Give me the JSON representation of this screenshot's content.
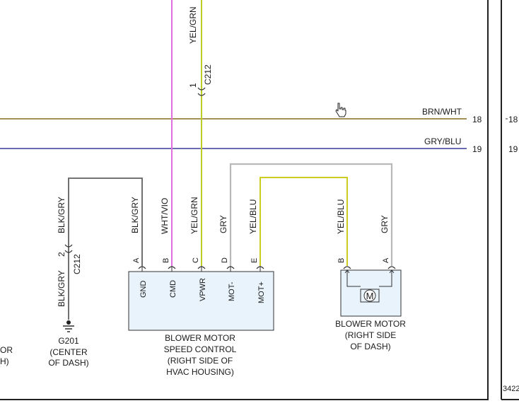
{
  "wires": {
    "yel_grn_top": "YEL/GRN",
    "brn_wht": "BRN/WHT",
    "gry_blu": "GRY/BLU",
    "blk_gry_upper": "BLK/GRY",
    "blk_gry_lower": "BLK/GRY",
    "blk_gry_ctrl": "BLK/GRY",
    "wht_vio": "WHT/VIO",
    "yel_grn_ctrl": "YEL/GRN",
    "gry_ctrl": "GRY",
    "yel_blu_ctrl": "YEL/BLU",
    "yel_blu_motor": "YEL/BLU",
    "gry_motor": "GRY"
  },
  "colors": {
    "brn_wht": "#8a6a1a",
    "gry_blu": "#3a3a9a",
    "wht_vio": "#e070e0",
    "yel_grn": "#c8e000",
    "yel_blu": "#e6e600",
    "gry": "#b8b8b8",
    "blk_gry": "#606060",
    "component_fill": "#e8f3fb"
  },
  "connectors": {
    "c212_top": {
      "pin": "1",
      "name": "C212"
    },
    "c212_left": {
      "pin": "2",
      "name": "C212"
    }
  },
  "grid_refs": {
    "row18": "18",
    "row19": "19",
    "row18_right": "18",
    "row19_right": "19"
  },
  "ground": {
    "id": "G201",
    "location_line1": "(CENTER",
    "location_line2": "OF DASH)"
  },
  "partial_left": {
    "line1": "OR",
    "line2": "H)"
  },
  "speed_control": {
    "pins": [
      "A",
      "B",
      "C",
      "D",
      "E"
    ],
    "terminals": [
      "GND",
      "CMD",
      "VPWR",
      "MOT-",
      "MOT+"
    ],
    "name_line1": "BLOWER MOTOR",
    "name_line2": "SPEED CONTROL",
    "name_line3": "(RIGHT SIDE OF",
    "name_line4": "HVAC HOUSING)"
  },
  "blower_motor": {
    "pins": [
      "B",
      "A"
    ],
    "symbol": "M",
    "name_line1": "BLOWER MOTOR",
    "name_line2": "(RIGHT SIDE",
    "name_line3": "OF DASH)"
  },
  "page_code": "3422"
}
